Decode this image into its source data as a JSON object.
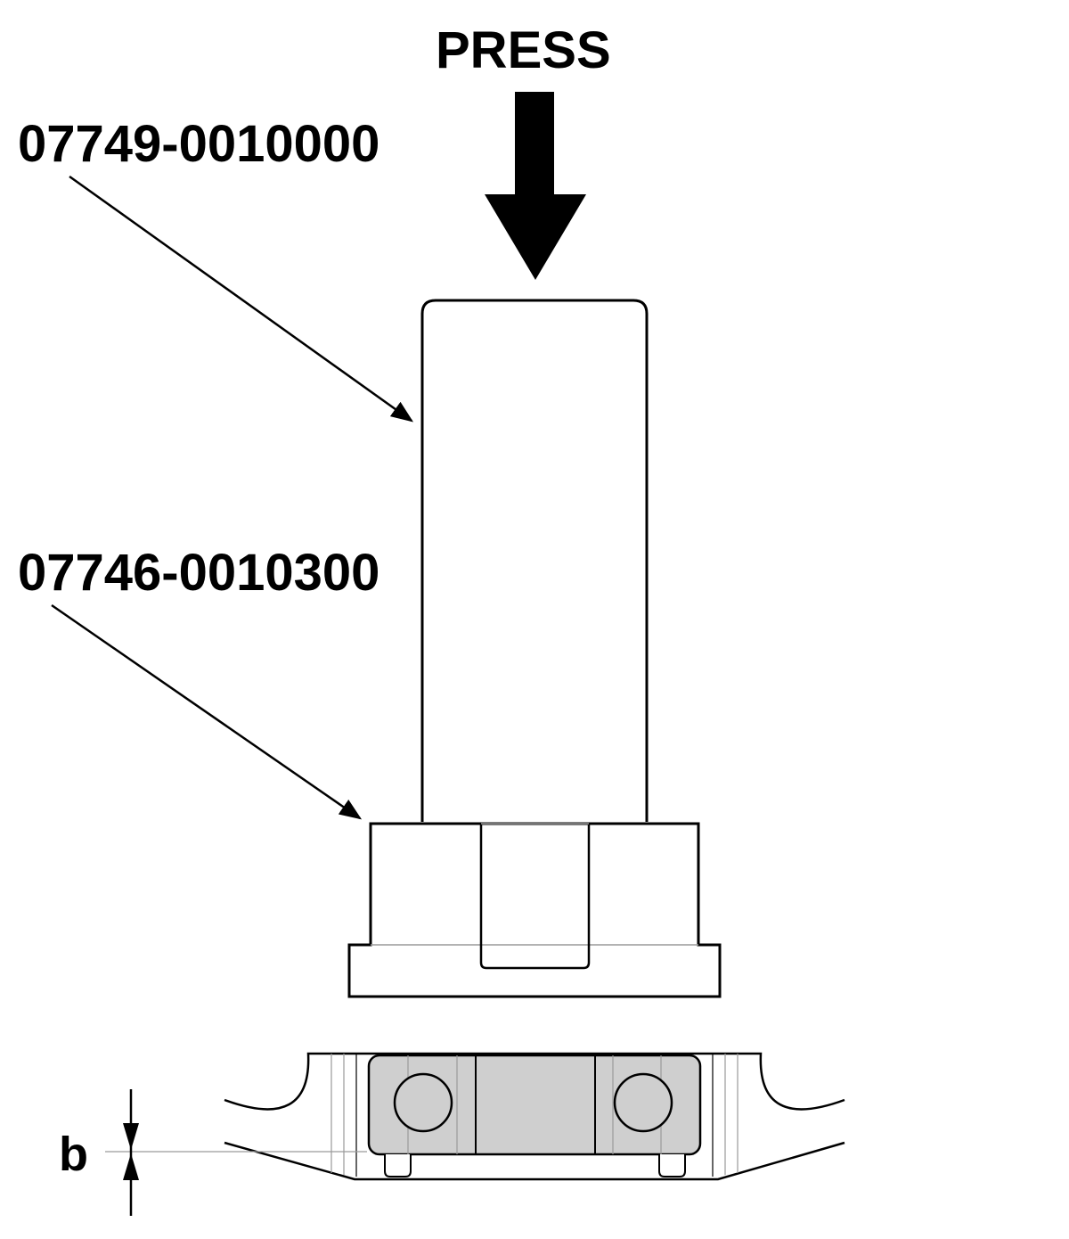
{
  "labels": {
    "press": "PRESS",
    "driver_part_number": "07749-0010000",
    "attachment_part_number": "07746-0010300",
    "dimension": "b"
  },
  "colors": {
    "line": "#000000",
    "bearing_fill": "#cfcfcf",
    "thin_line": "#9a9a9a"
  },
  "icons": {
    "press_arrow": "down-arrow-icon"
  }
}
